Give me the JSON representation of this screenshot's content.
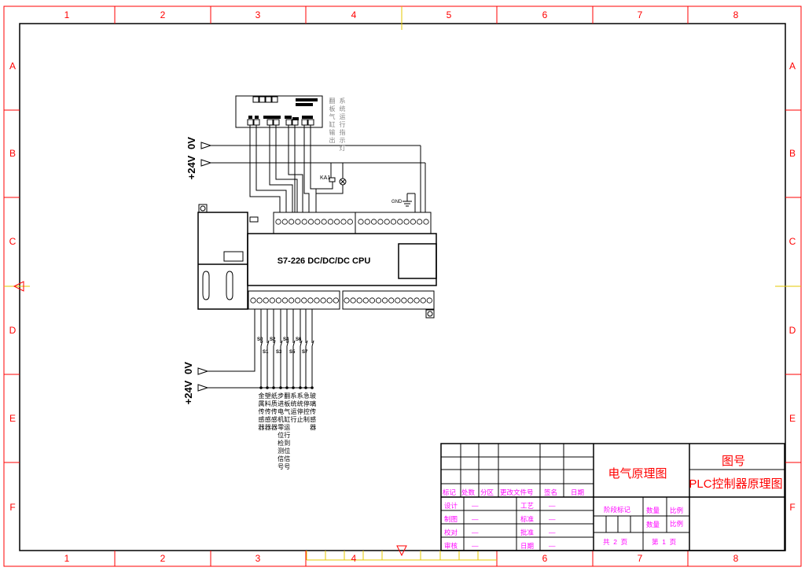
{
  "frame": {
    "columns": [
      "1",
      "2",
      "3",
      "4",
      "5",
      "6",
      "7",
      "8"
    ],
    "rows": [
      "A",
      "B",
      "C",
      "D",
      "E",
      "F"
    ],
    "line_color": "#ff0000"
  },
  "schematic": {
    "top_power": {
      "zero_v": "0V",
      "plus_24v": "+24V"
    },
    "bottom_power": {
      "zero_v": "0V",
      "plus_24v": "+24V"
    },
    "relay_label": "KA1",
    "gnd_label": "GND",
    "plc_model": "S7-226 DC/DC/DC CPU",
    "output_labels": [
      "翻板气缸输出",
      "系统运行指示灯"
    ],
    "switch_labels": [
      "S0",
      "S1",
      "S2",
      "S3",
      "S4",
      "S5",
      "S6",
      "S7"
    ],
    "input_labels": [
      "金属传感器",
      "塑料传感器",
      "纸质传感器",
      "步进电机零位检测信号",
      "翻板气缸运行到位信号",
      "系统运行",
      "系统停止",
      "急停控制",
      "玻璃传感器"
    ]
  },
  "title_block": {
    "revision_headers": [
      "标记",
      "处数",
      "分区",
      "更改文件号",
      "签名",
      "日期"
    ],
    "roles": [
      {
        "label": "设计",
        "value": "—",
        "label2": "工艺",
        "value2": "—"
      },
      {
        "label": "制图",
        "value": "—",
        "label2": "标准",
        "value2": "—"
      },
      {
        "label": "校对",
        "value": "—",
        "label2": "批准",
        "value2": "—"
      },
      {
        "label": "审核",
        "value": "—",
        "label2": "日期",
        "value2": "—"
      }
    ],
    "drawing_type": "电气原理图",
    "drawing_number_label": "图号",
    "drawing_name": "PLC控制器原理图",
    "stage_mark": "阶段标记",
    "quantity": "数量",
    "quantity2": "数量",
    "scale": "比例",
    "scale2": "比例",
    "total_sheets": "共  2  页",
    "sheet_no": "第  1  页"
  }
}
